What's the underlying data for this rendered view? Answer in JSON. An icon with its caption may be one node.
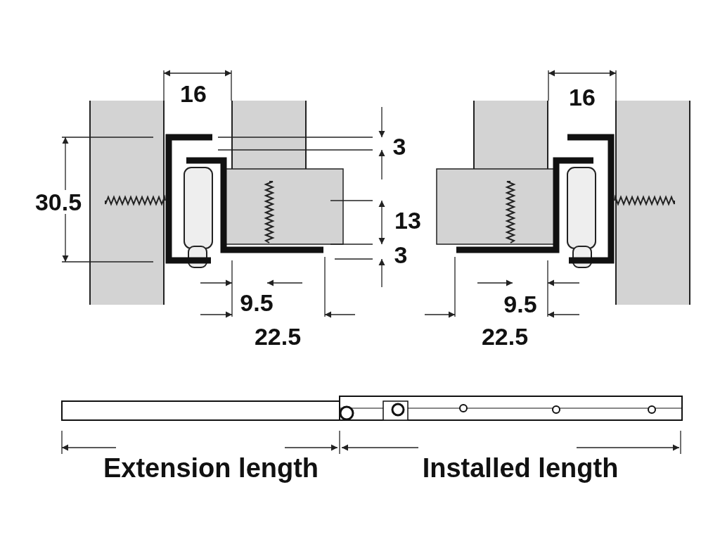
{
  "diagram": {
    "labels": [
      "16",
      "16",
      "3",
      "30.5",
      "13",
      "3",
      "9.5",
      "9.5",
      "22.5",
      "22.5",
      "Extension length",
      "Installed length"
    ]
  }
}
